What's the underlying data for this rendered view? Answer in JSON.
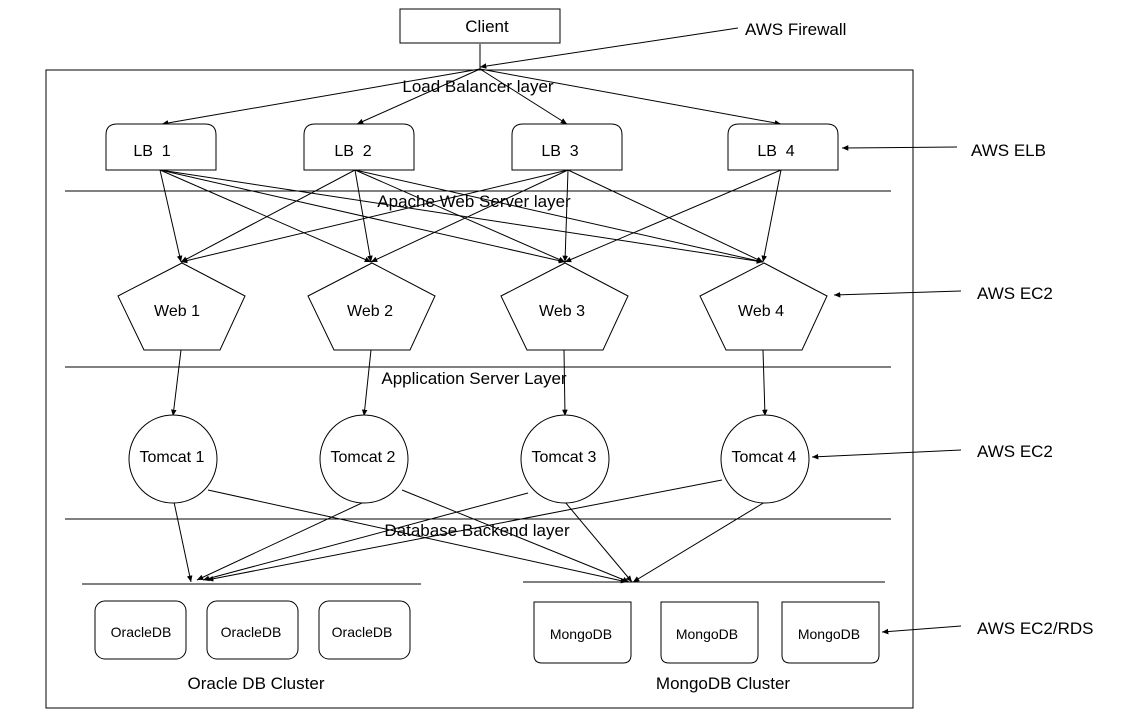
{
  "client": {
    "label": "Client"
  },
  "layers": {
    "load_balancer": "Load Balancer layer",
    "web_server": "Apache Web Server layer",
    "app_server": "Application Server Layer",
    "db_backend": "Database Backend layer"
  },
  "load_balancers": [
    "LB  1",
    "LB  2",
    "LB  3",
    "LB  4"
  ],
  "web_servers": [
    "Web 1",
    "Web 2",
    "Web 3",
    "Web 4"
  ],
  "app_servers": [
    "Tomcat 1",
    "Tomcat 2",
    "Tomcat 3",
    "Tomcat 4"
  ],
  "oracle_cluster": {
    "nodes": [
      "OracleDB",
      "OracleDB",
      "OracleDB"
    ],
    "label": "Oracle DB Cluster"
  },
  "mongo_cluster": {
    "nodes": [
      "MongoDB",
      "MongoDB",
      "MongoDB"
    ],
    "label": "MongoDB Cluster"
  },
  "aws_labels": {
    "firewall": "AWS Firewall",
    "elb": "AWS ELB",
    "ec2_web": "AWS EC2",
    "ec2_app": "AWS EC2",
    "ec2_rds": "AWS EC2/RDS"
  }
}
